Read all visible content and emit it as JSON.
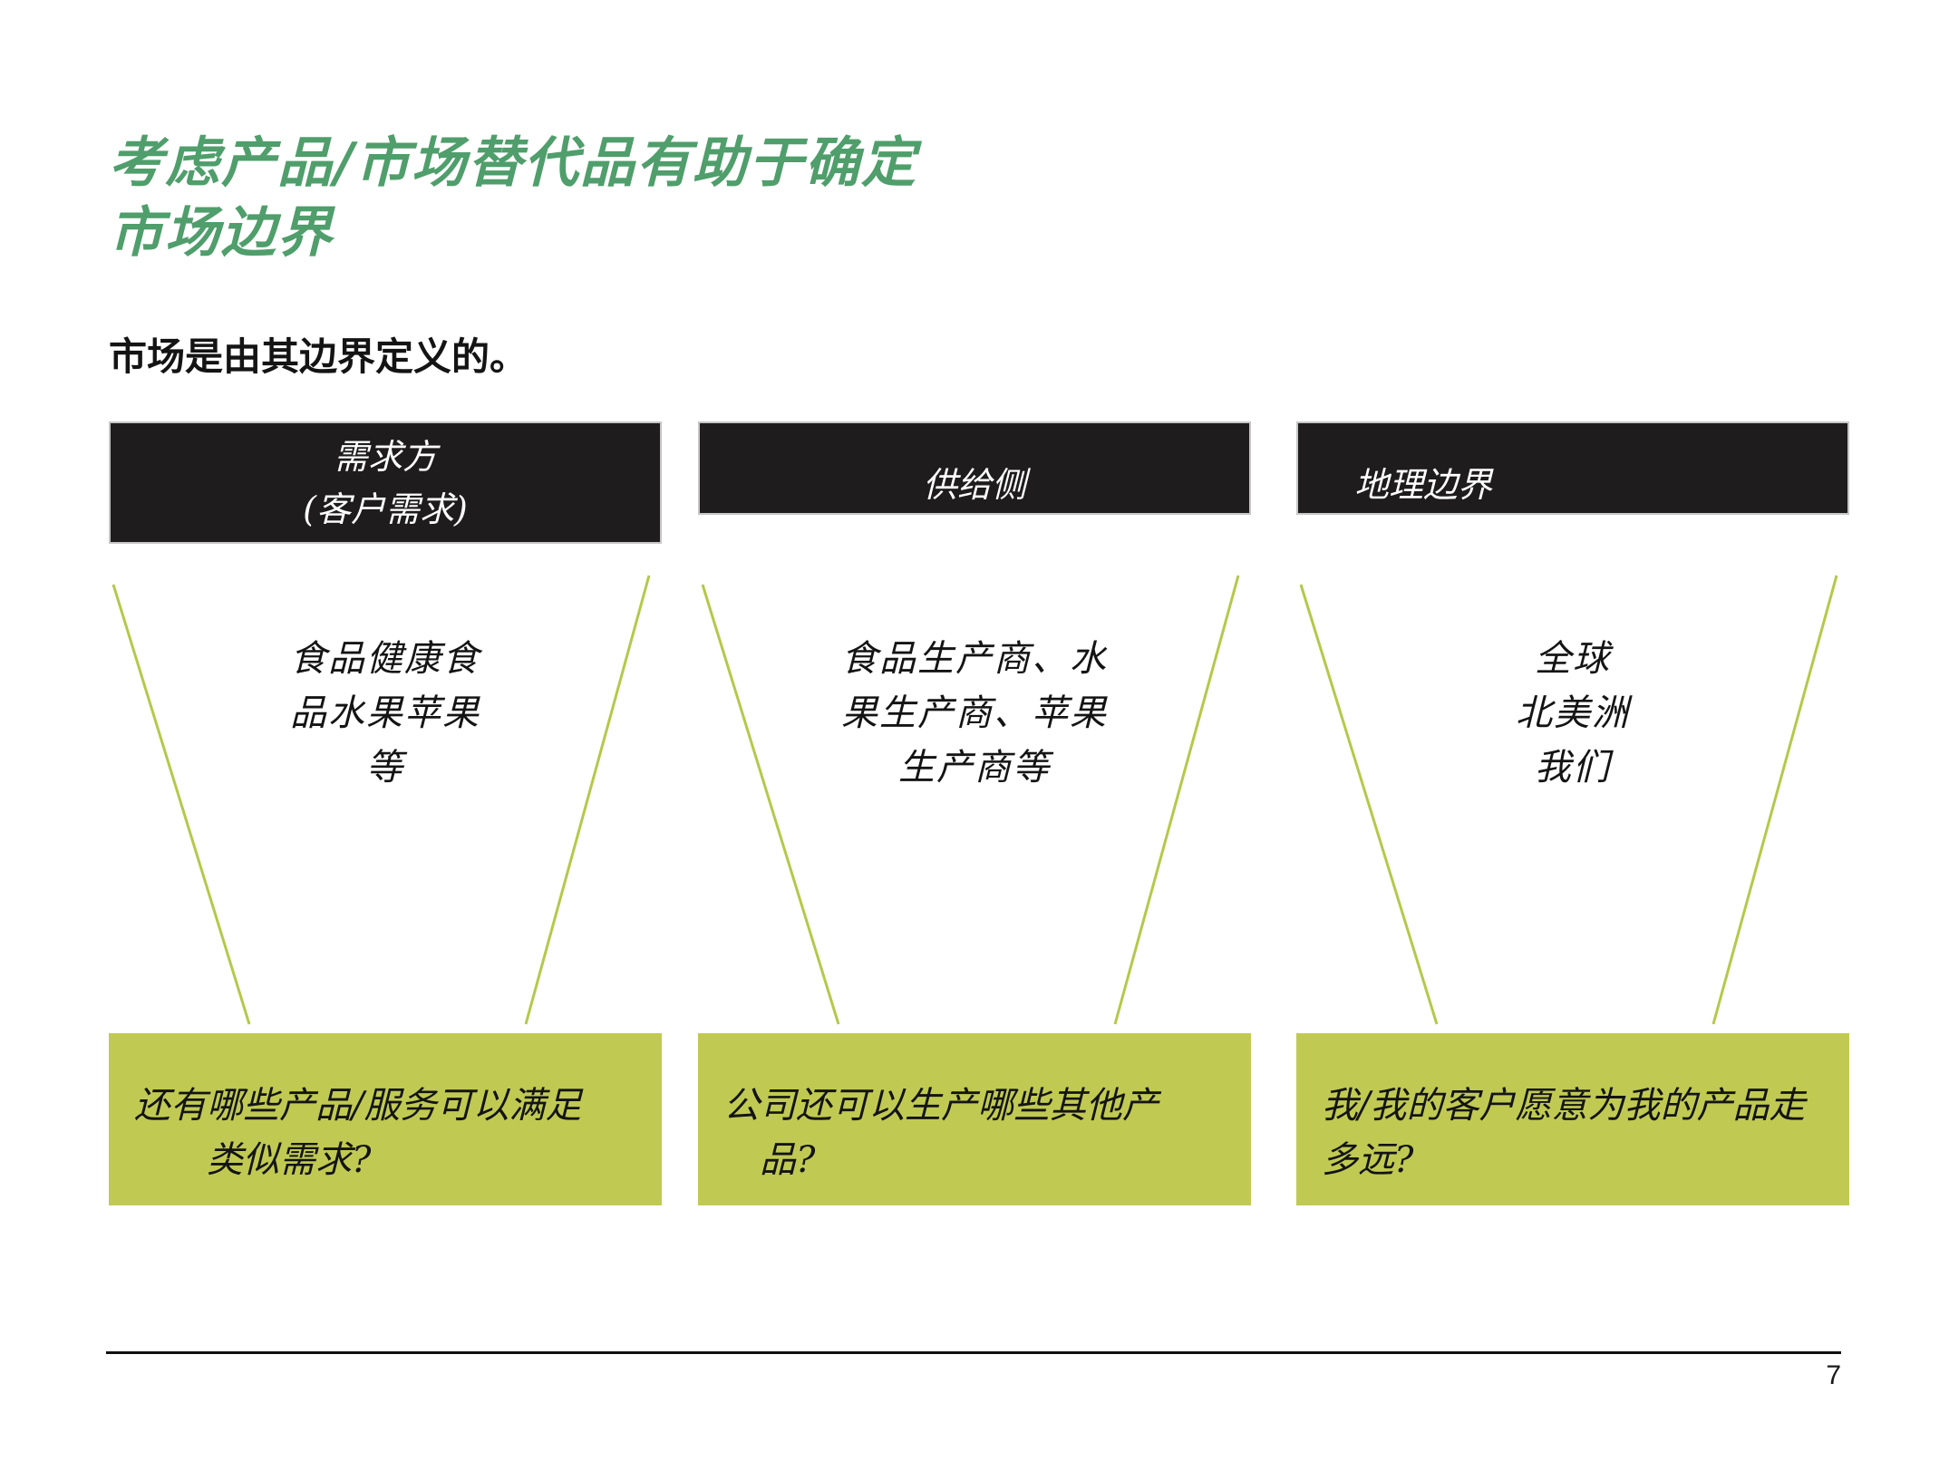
{
  "slide": {
    "title_lines": [
      "考虑产品/市场替代品有助于确定",
      "市场边界"
    ],
    "subtitle": "市场是由其边界定义的。",
    "columns": [
      {
        "id": "demand-side",
        "header_lines": [
          "需求方",
          "(客户需求)"
        ],
        "funnel_lines": [
          "食品健康食",
          "品水果苹果",
          "等"
        ],
        "question_lines": [
          "还有哪些产品/服务可以满足",
          "　　类似需求?"
        ]
      },
      {
        "id": "supply-side",
        "header_lines": [
          "供给侧"
        ],
        "funnel_lines": [
          "食品生产商、水",
          "果生产商、苹果",
          "生产商等"
        ],
        "question_lines": [
          "公司还可以生产哪些其他产",
          "　品?"
        ]
      },
      {
        "id": "geographic-boundary",
        "header_lines": [
          "地理边界"
        ],
        "funnel_lines": [
          "全球",
          "北美洲",
          "我们"
        ],
        "question_lines": [
          "我/我的客户愿意为我的产品走",
          "多远?"
        ]
      }
    ],
    "footer": {
      "page_number": "7"
    },
    "colors": {
      "title_green": "#4f9e6b",
      "header_bg": "#1e1c1c",
      "header_text": "#ffffff",
      "funnel_line": "#b5c84a",
      "question_box_bg": "#c0ca52",
      "text_black": "#141414"
    }
  }
}
